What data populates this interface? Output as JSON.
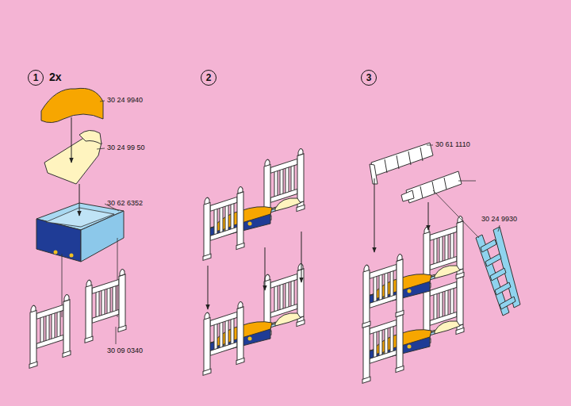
{
  "diagram": {
    "nodes": [
      {
        "text": [
          "1"
        ]
      },
      {
        "text": [
          "2"
        ]
      },
      {
        "text": [
          "3"
        ]
      }
    ],
    "labels": [
      "2x",
      "30 24 9940",
      "30 24 99 50",
      "30 62 6352",
      "30 09 0340",
      "30 61 1110",
      "30 24 9930"
    ]
  }
}
